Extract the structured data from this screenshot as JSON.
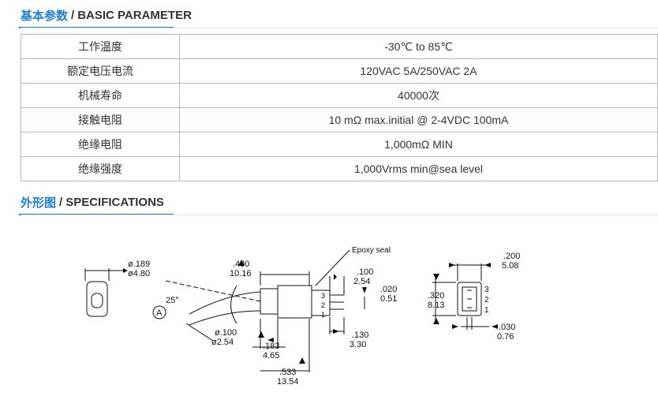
{
  "basic": {
    "title_zh": "基本参数",
    "separator": "/",
    "title_en": "BASIC PARAMETER",
    "rows": [
      {
        "label": "工作温度",
        "value": "-30℃ to 85℃"
      },
      {
        "label": "额定电压电流",
        "value": "120VAC 5A/250VAC 2A"
      },
      {
        "label": "机械寿命",
        "value": "40000次"
      },
      {
        "label": "接触电阻",
        "value": "10 mΩ max.initial @ 2-4VDC 100mA"
      },
      {
        "label": "绝缘电阻",
        "value": "1,000mΩ MIN"
      },
      {
        "label": "绝缘强度",
        "value": "1,000Vrms min@sea level"
      }
    ]
  },
  "specs": {
    "title_zh": "外形图",
    "separator": "/",
    "title_en": "SPECIFICATIONS"
  },
  "drawing": {
    "dia_in": "ø.189",
    "dia_mm": "ø4.80",
    "len400_in": ".400",
    "len400_mm": "10.16",
    "angle": "25°",
    "circle_label": "A",
    "lever_in": "ø.100",
    "lever_mm": "ø2.54",
    "d183_in": ".183",
    "d183_mm": "4.65",
    "d533_in": ".533",
    "d533_mm": "13.54",
    "epoxy": "Epoxy seal",
    "d100_in": ".100",
    "d100_mm": "2.54",
    "d020_in": ".020",
    "d020_mm": "0.51",
    "d130_in": ".130",
    "d130_mm": "3.30",
    "pin3": "3",
    "pin2": "2",
    "pin1": "1",
    "d200_in": ".200",
    "d200_mm": "5.08",
    "d320_in": ".320",
    "d320_mm": "8.13",
    "d030_in": ".030",
    "d030_mm": "0.76"
  }
}
